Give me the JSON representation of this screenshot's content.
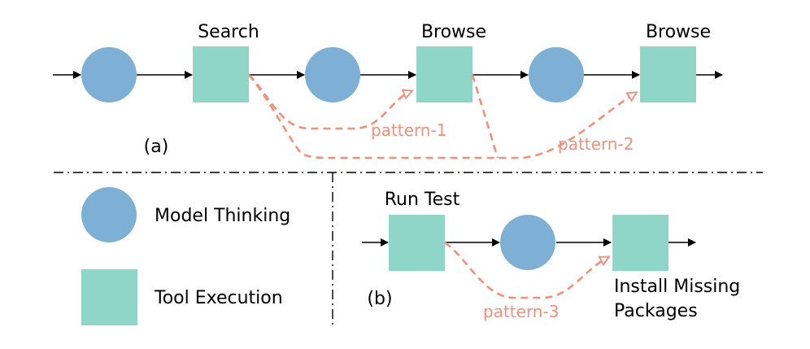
{
  "colors": {
    "thinking_node": "#7db0d4",
    "tool_node": "#8fd5c8",
    "pattern": "#f0907d",
    "arrow": "#000000"
  },
  "diagram_a": {
    "panel_label": "(a)",
    "tool_labels": [
      "Search",
      "Browse",
      "Browse"
    ],
    "patterns": [
      "pattern-1",
      "pattern-2"
    ]
  },
  "diagram_b": {
    "panel_label": "(b)",
    "tool_labels": [
      "Run Test",
      "Install Missing",
      "Packages"
    ],
    "patterns": [
      "pattern-3"
    ]
  },
  "legend": {
    "thinking": "Model Thinking",
    "tool": "Tool Execution"
  }
}
